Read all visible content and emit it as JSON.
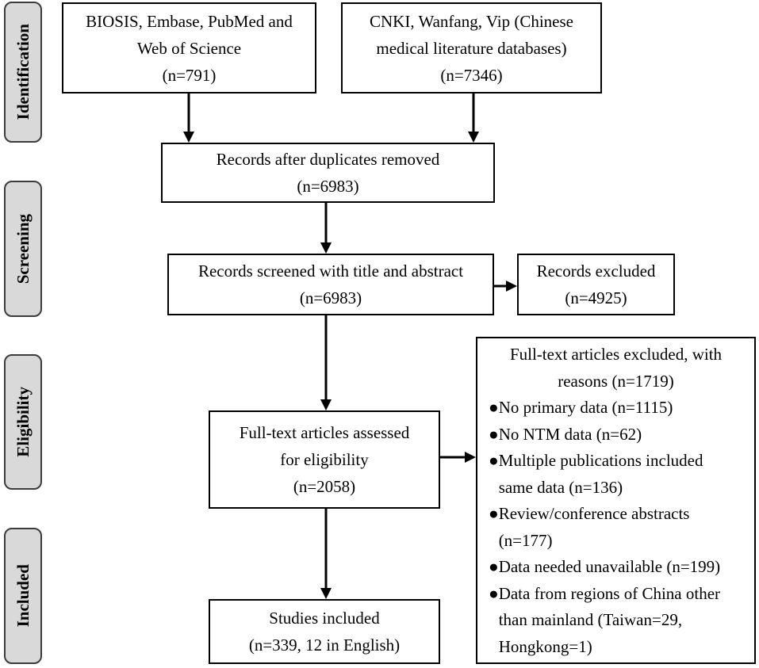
{
  "colors": {
    "stage_fill": "#d9d9d9",
    "stage_border": "#3c3c3c",
    "box_border": "#000000",
    "arrow": "#000000"
  },
  "stages": [
    {
      "label": "Identification"
    },
    {
      "label": "Screening"
    },
    {
      "label": "Eligibility"
    },
    {
      "label": "Included"
    }
  ],
  "boxes": {
    "international_databases": {
      "lines": [
        "BIOSIS, Embase, PubMed and",
        "Web of Science",
        "(n=791)"
      ]
    },
    "chinese_databases": {
      "lines": [
        "CNKI, Wanfang, Vip (Chinese",
        "medical literature databases)",
        "(n=7346)"
      ]
    },
    "duplicates_removed": {
      "lines": [
        "Records after duplicates removed",
        "(n=6983)"
      ]
    },
    "screened": {
      "lines": [
        "Records screened with title and abstract",
        "(n=6983)"
      ]
    },
    "records_excluded": {
      "lines": [
        "Records excluded",
        "(n=4925)"
      ]
    },
    "full_text_assessed": {
      "lines": [
        "Full-text articles assessed",
        "for eligibility",
        "(n=2058)"
      ]
    },
    "full_text_excluded": {
      "header_lines": [
        "Full-text articles excluded, with",
        "reasons (n=1719)"
      ],
      "bullet": "●",
      "reasons": [
        {
          "lines": [
            "No primary data (n=1115)"
          ]
        },
        {
          "lines": [
            "No NTM data (n=62)"
          ]
        },
        {
          "lines": [
            "Multiple publications included",
            "same data (n=136)"
          ]
        },
        {
          "lines": [
            "Review/conference abstracts",
            "(n=177)"
          ]
        },
        {
          "lines": [
            "Data needed unavailable (n=199)"
          ]
        },
        {
          "lines": [
            "Data from regions of China other",
            "than mainland (Taiwan=29,",
            "Hongkong=1)"
          ]
        }
      ]
    },
    "included": {
      "lines": [
        "Studies included",
        "(n=339, 12 in English)"
      ]
    }
  }
}
